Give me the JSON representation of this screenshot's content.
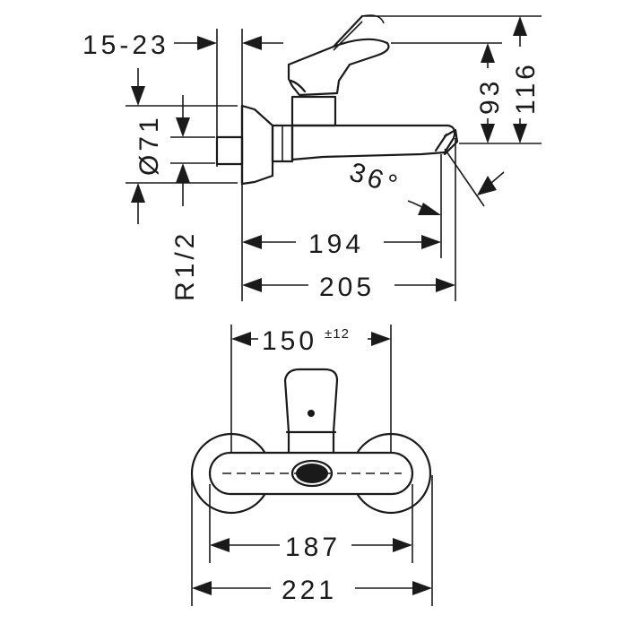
{
  "side_view": {
    "dim_15_23": "15-23",
    "dim_d71": "Ø71",
    "dim_r12": "R1/2",
    "dim_93": "93",
    "dim_116": "116",
    "dim_36deg": "36°",
    "dim_194": "194",
    "dim_205": "205"
  },
  "front_view": {
    "dim_150": "150",
    "dim_150_tol": "±12",
    "dim_187": "187",
    "dim_221": "221"
  }
}
